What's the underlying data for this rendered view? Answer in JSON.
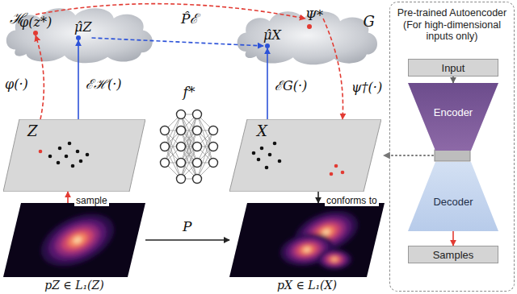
{
  "diagram": {
    "nodes": [
      {
        "text": [
          "ℋ"
        ]
      },
      {
        "text": [
          "φ(z*)"
        ],
        "in": 0
      },
      {
        "text": [
          "μ̂Z"
        ],
        "in": 0
      },
      {
        "text": [
          "G"
        ]
      },
      {
        "text": [
          "Ψ*"
        ],
        "in": 3
      },
      {
        "text": [
          "μ̂X"
        ],
        "in": 3
      },
      {
        "text": [
          "Z"
        ]
      },
      {
        "text": [
          "f*"
        ]
      },
      {
        "text": [
          "X"
        ]
      },
      {
        "text": [
          "pZ ∈ L₁(Z)"
        ]
      },
      {
        "text": [
          "pX ∈ L₁(X)"
        ]
      },
      {
        "text": [
          "Pre-trained Autoencoder",
          "(For high-dimensional inputs only)"
        ]
      },
      {
        "text": [
          "Input"
        ],
        "in": 11
      },
      {
        "text": [
          "Encoder"
        ],
        "in": 11
      },
      {
        "text": [
          "Decoder"
        ],
        "in": 11
      },
      {
        "text": [
          "Samples"
        ],
        "in": 11
      }
    ],
    "edges": [
      {
        "from": 2,
        "to": 5,
        "arrow": "to",
        "label": "P̂ℰ"
      },
      {
        "from": 1,
        "to": 4,
        "arrow": "to"
      },
      {
        "from": 6,
        "to": 2,
        "arrow": "to",
        "label": "ℰℋ(·)"
      },
      {
        "from": 6,
        "to": 1,
        "arrow": "to",
        "label": "φ(·)"
      },
      {
        "from": 8,
        "to": 5,
        "arrow": "to",
        "label": "ℰG(·)"
      },
      {
        "from": 4,
        "to": 8,
        "arrow": "to",
        "label": "ψ†(·)"
      },
      {
        "from": 9,
        "to": 6,
        "arrow": "to",
        "label": "sample"
      },
      {
        "from": 8,
        "to": 10,
        "arrow": "to",
        "label": "conforms to"
      },
      {
        "from": 9,
        "to": 10,
        "arrow": "to",
        "label": "P"
      },
      {
        "from": 12,
        "to": 13,
        "arrow": "to"
      },
      {
        "from": 14,
        "to": 15,
        "arrow": "to"
      }
    ]
  }
}
